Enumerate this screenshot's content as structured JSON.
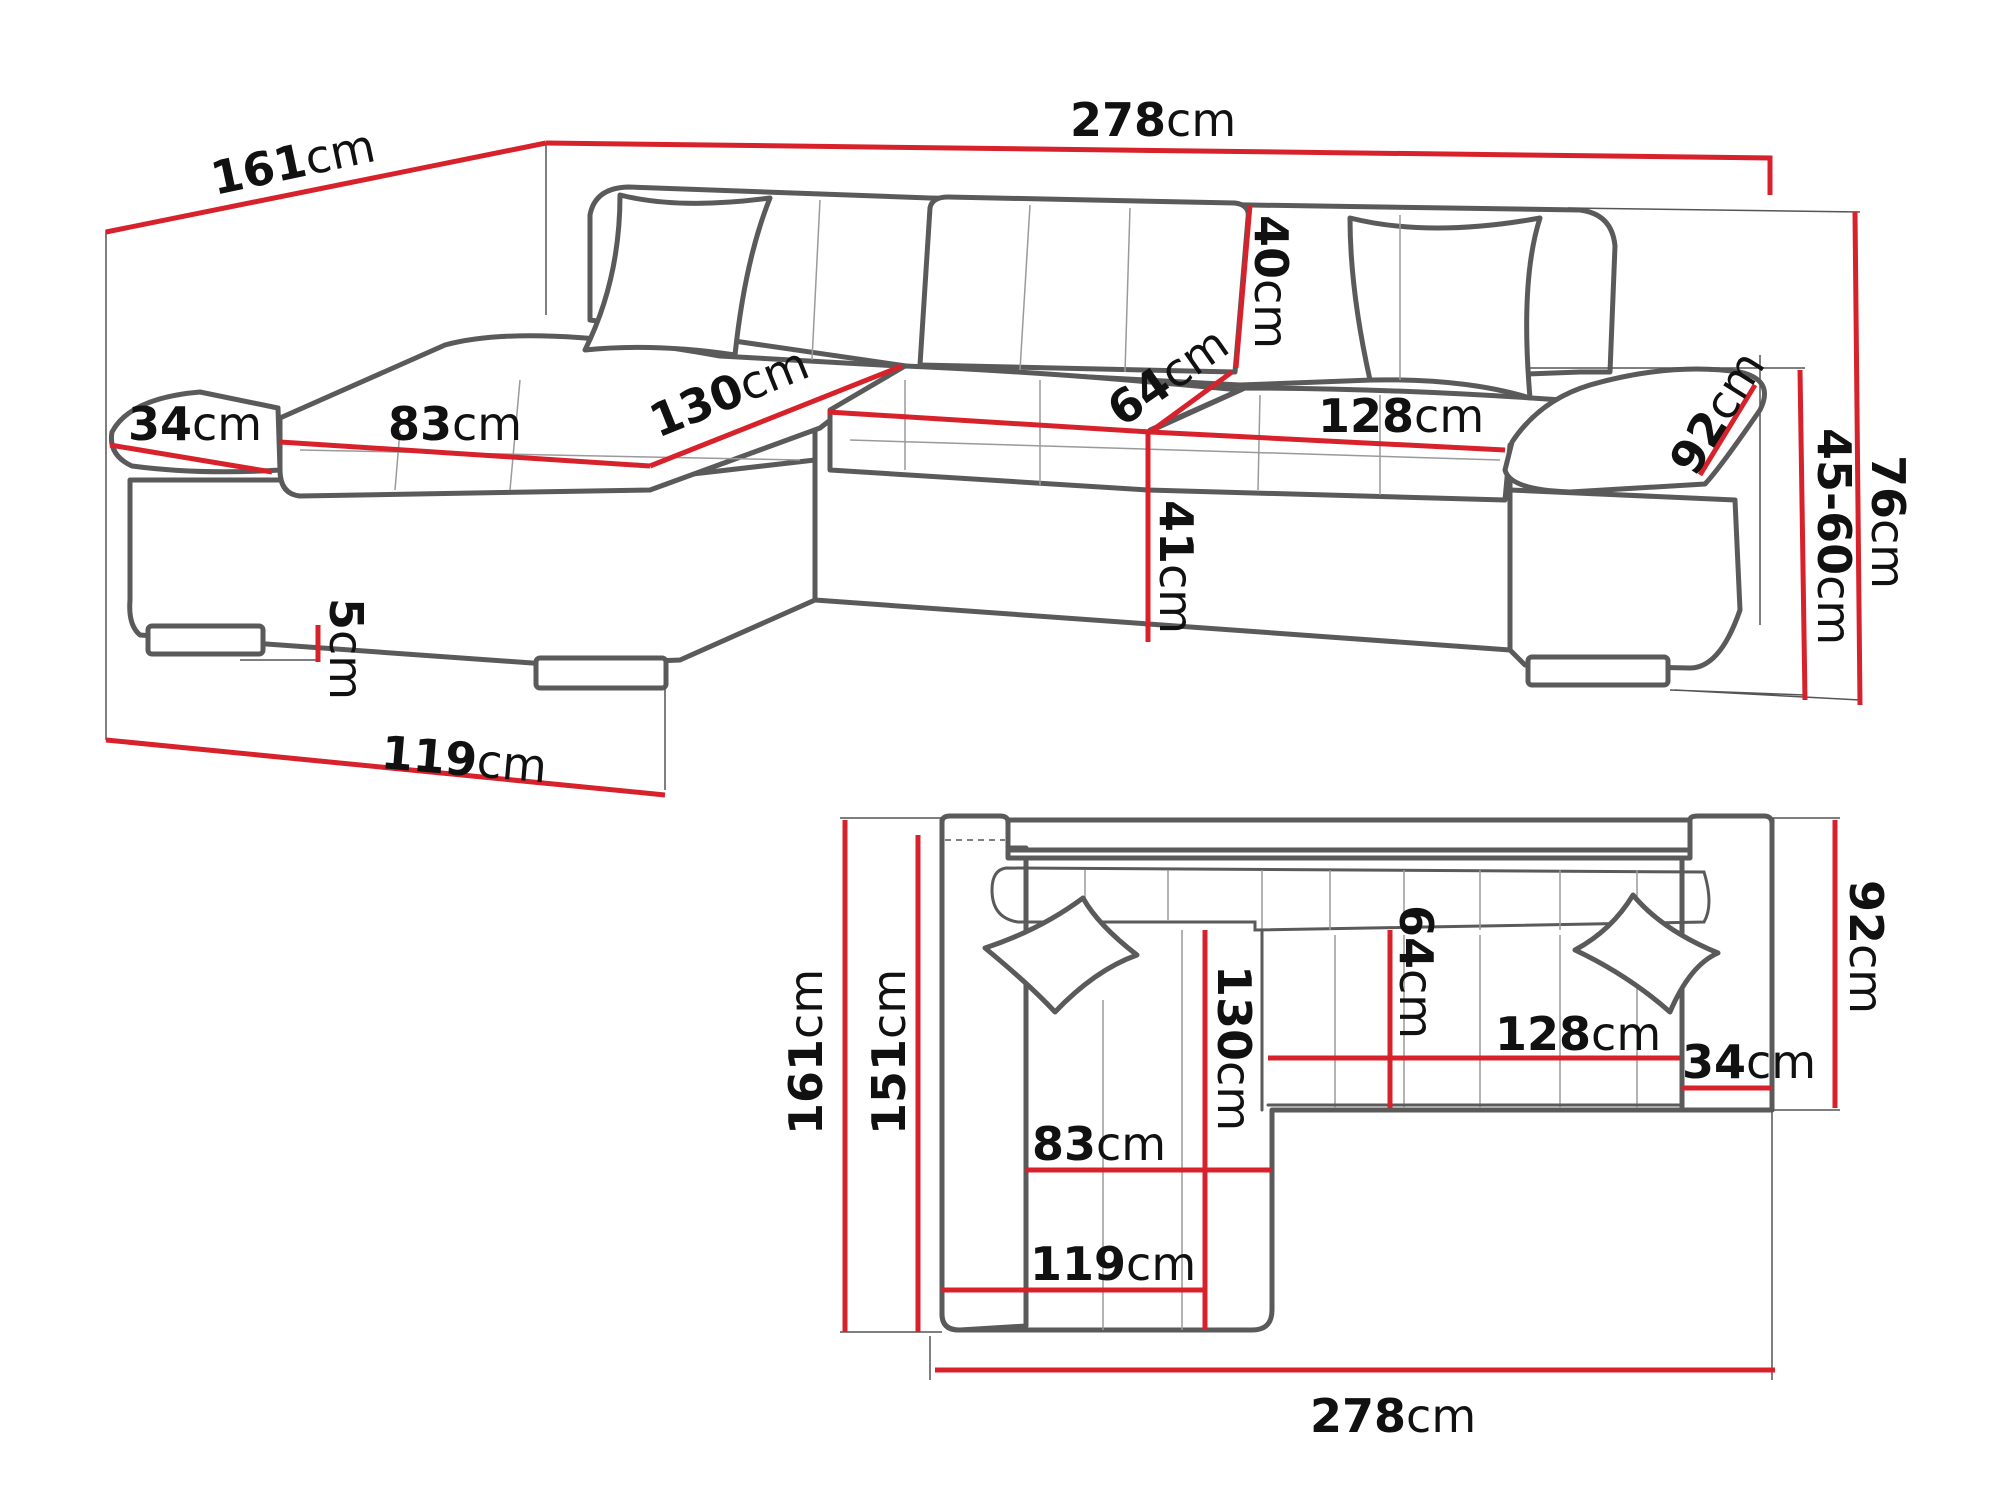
{
  "unit": "cm",
  "colors": {
    "dimension_line": "#d7222b",
    "outline": "#5a5a5a",
    "text": "#111111",
    "background": "#ffffff"
  },
  "perspective_view": {
    "total_width": "278",
    "depth": "161",
    "chaise_width": "119",
    "backrest_height": "40",
    "armrest_height": "34",
    "chaise_seat_width": "83",
    "chaise_seat_length": "130",
    "middle_seat_depth": "64",
    "seat_width": "128",
    "armrest_length": "92",
    "seat_height": "41",
    "leg_height": "5",
    "total_height": "76",
    "seat_height_range": "45-60"
  },
  "top_view": {
    "right_depth": "92",
    "total_depth": "161",
    "inner_depth": "151",
    "chaise_length": "130",
    "seat_depth": "64",
    "seat_width": "128",
    "armrest_width": "34",
    "chaise_seat_width": "83",
    "chaise_width": "119",
    "total_width": "278"
  }
}
